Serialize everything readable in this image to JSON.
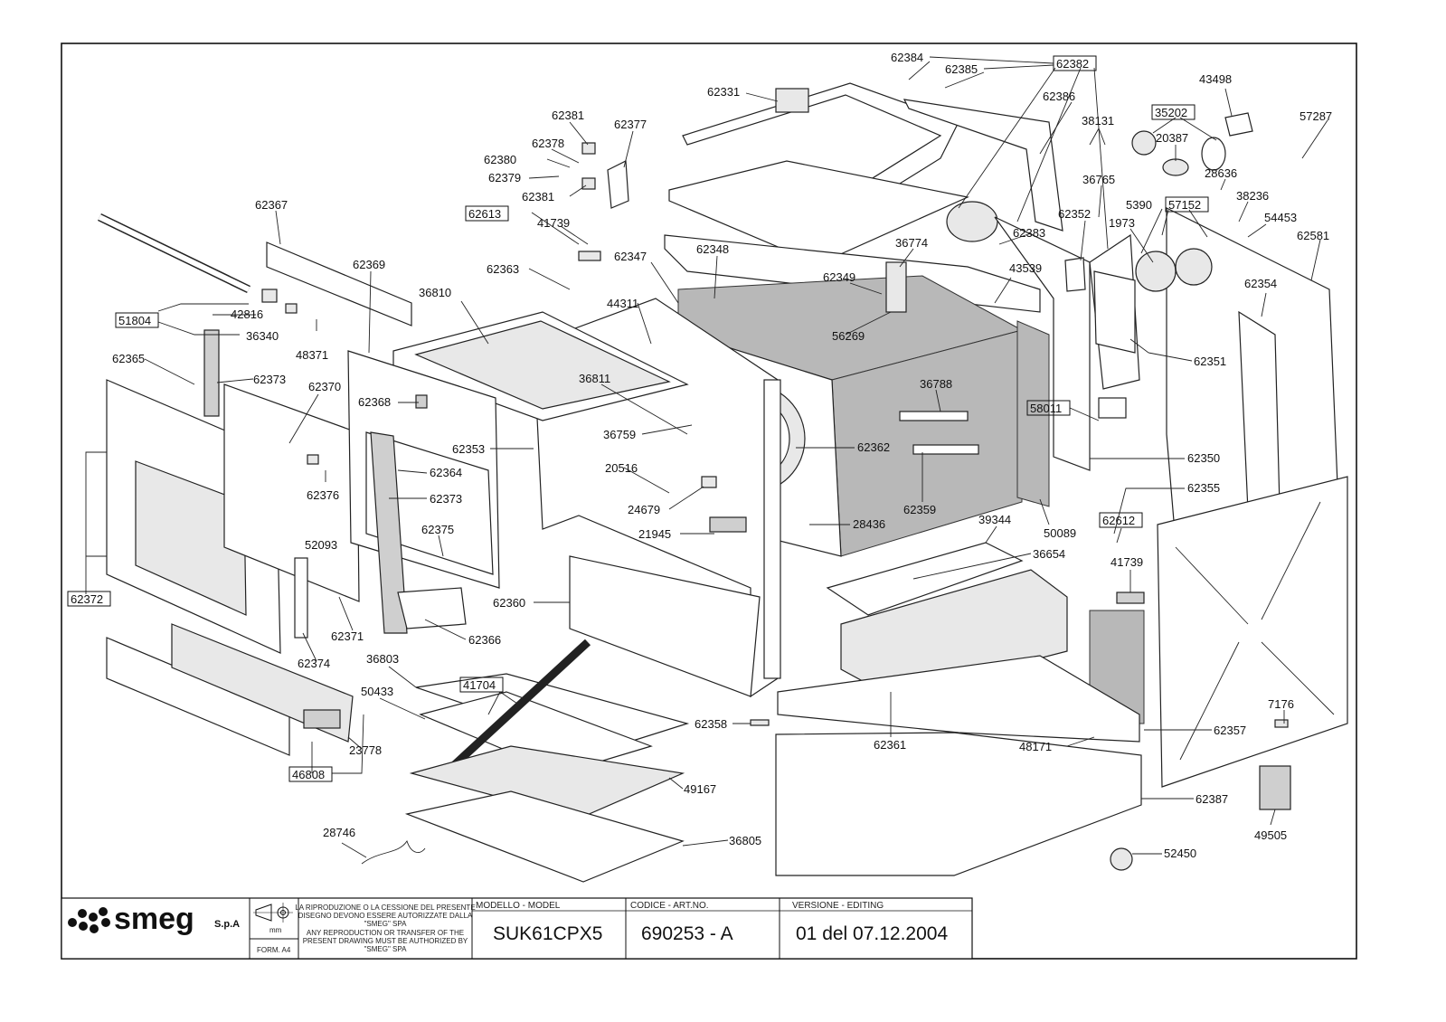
{
  "labels": {
    "l62384": "62384",
    "l62385": "62385",
    "l62382": "62382",
    "l62386": "62386",
    "l62331": "62331",
    "l43498": "43498",
    "l57287": "57287",
    "l62381a": "62381",
    "l62377": "62377",
    "l62378": "62378",
    "l62380": "62380",
    "l62379": "62379",
    "l62381b": "62381",
    "l38131": "38131",
    "l35202": "35202",
    "l20387": "20387",
    "l28636": "28636",
    "l36765": "36765",
    "l38236": "38236",
    "l5390": "5390",
    "l57152": "57152",
    "l54453": "54453",
    "l1973": "1973",
    "l62581": "62581",
    "l62367": "62367",
    "l62613": "62613",
    "l41739a": "41739",
    "l62352": "62352",
    "l62383": "62383",
    "l36774": "36774",
    "l62348": "62348",
    "l62347": "62347",
    "l62363": "62363",
    "l62369": "62369",
    "l62349": "62349",
    "l43539": "43539",
    "l62354": "62354",
    "l36810": "36810",
    "l44311": "44311",
    "l42816": "42816",
    "l51804": "51804",
    "l36340": "36340",
    "l56269": "56269",
    "l48371": "48371",
    "l62351": "62351",
    "l62365": "62365",
    "l62373a": "62373",
    "l62370": "62370",
    "l62368": "62368",
    "l36811": "36811",
    "l36788": "36788",
    "l58011": "58011",
    "l36759": "36759",
    "l62362": "62362",
    "l62353": "62353",
    "l62364": "62364",
    "l20516": "20516",
    "l62350": "62350",
    "l62376": "62376",
    "l62373b": "62373",
    "l62359": "62359",
    "l62355": "62355",
    "l24679": "24679",
    "l39344": "39344",
    "l50089": "50089",
    "l62612": "62612",
    "l52093": "52093",
    "l62375": "62375",
    "l21945": "21945",
    "l28436": "28436",
    "l36654": "36654",
    "l41739b": "41739",
    "l62372": "62372",
    "l62360": "62360",
    "l62371": "62371",
    "l62366": "62366",
    "l62374": "62374",
    "l36803": "36803",
    "l41704": "41704",
    "l50433": "50433",
    "l7176": "7176",
    "l62358": "62358",
    "l62357": "62357",
    "l48171": "48171",
    "l62361": "62361",
    "l23778": "23778",
    "l46808": "46808",
    "l49167": "49167",
    "l62387": "62387",
    "l49505": "49505",
    "l28746": "28746",
    "l36805": "36805",
    "l52450": "52450"
  },
  "title_block": {
    "brand": "smeg",
    "company": "S.p.A",
    "unit": "mm",
    "form": "FORM. A4",
    "notice_it": [
      "LA RIPRODUZIONE O LA CESSIONE DEL PRESENTE",
      "DISEGNO DEVONO ESSERE AUTORIZZATE DALLA",
      "\"SMEG\" SPA"
    ],
    "notice_en": [
      "ANY REPRODUCTION OR TRANSFER OF THE",
      "PRESENT DRAWING MUST BE AUTHORIZED BY",
      "\"SMEG\" SPA"
    ],
    "model_header": "MODELLO - MODEL",
    "model_value": "SUK61CPX5",
    "code_header": "CODICE - ART.NO.",
    "code_value": "690253 - A",
    "version_header": "VERSIONE - EDITING",
    "version_value": "01 del 07.12.2004"
  }
}
